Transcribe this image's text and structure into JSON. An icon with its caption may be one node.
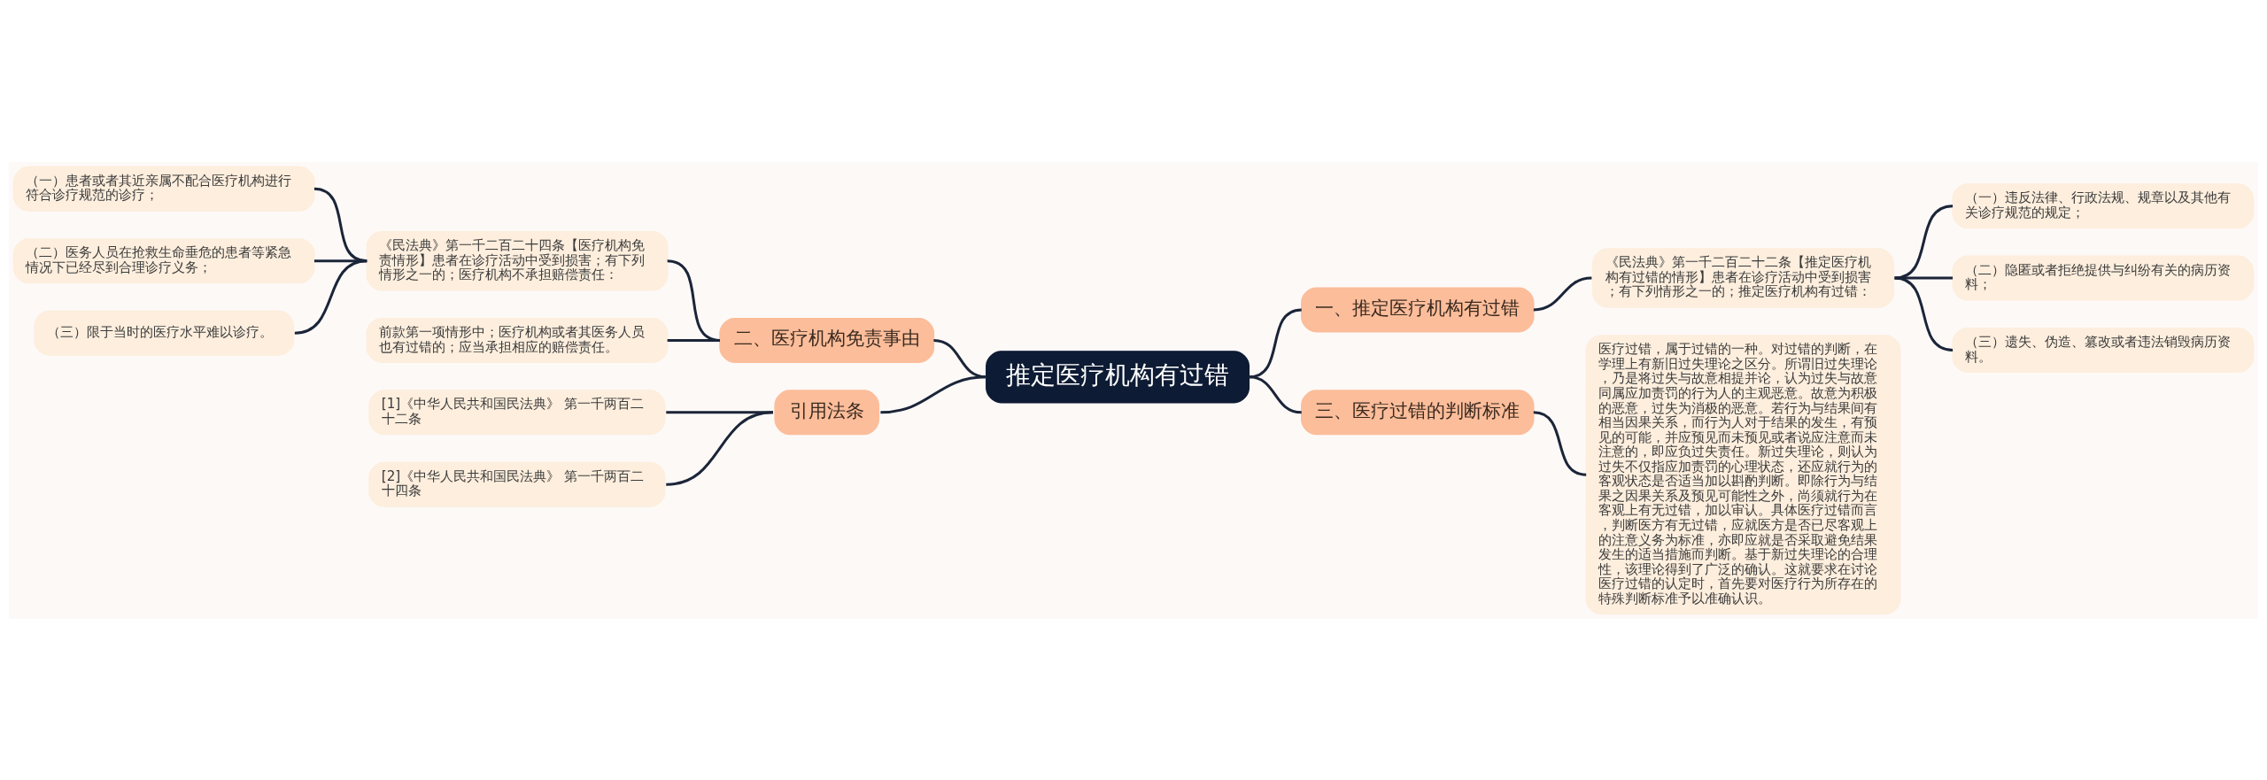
{
  "diagram": {
    "nodes": [
      {
        "text": [
          "推定医疗机构有过错"
        ]
      },
      {
        "text": [
          "一、推定医疗机构有过错"
        ]
      },
      {
        "text": [
          "《民法典》第一千二百二十二条【推定医疗机构有过错的情形】患者在诊疗活动中受到损害；有下列情形之一的；推定医疗机构有过错："
        ]
      },
      {
        "text": [
          "（一）违反法律、行政法规、规章以及其他有关诊疗规范的规定；"
        ]
      },
      {
        "text": [
          "（二）隐匿或者拒绝提供与纠纷有关的病历资料；"
        ]
      },
      {
        "text": [
          "（三）遗失、伪造、篡改或者违法销毁病历资料。"
        ]
      },
      {
        "text": [
          "三、医疗过错的判断标准"
        ]
      },
      {
        "text": [
          "医疗过错，属于过错的一种。对过错的判断，在学理上有新旧过失理论之区分。所谓旧过失理论，乃是将过失与故意相提并论，认为过失与故意同属应加责罚的行为人的主观恶意。故意为积极的恶意，过失为消极的恶意。若行为与结果间有相当因果关系，而行为人对于结果的发生，有预见的可能，并应预见而未预见或者说应注意而未注意的，即应负过失责任。新过失理论，则认为过失不仅指应加责罚的心理状态，还应就行为的客观状态是否适当加以斟酌判断。即除行为与结果之因果关系及预见可能性之外，尚须就行为在客观上有无过错，加以审认。具体医疗过错而言，判断医方有无过错，应就医方是否已尽客观上的注意义务为标准，亦即应就是否采取避免结果发生的适当措施而判断。基于新过失理论的合理性，该理论得到了广泛的确认。这就要求在讨论医疗过错的认定时，首先要对医疗行为所存在的特殊判断标准予以准确认识。"
        ]
      },
      {
        "text": [
          "二、医疗机构免责事由"
        ]
      },
      {
        "text": [
          "《民法典》第一千二百二十四条【医疗机构免责情形】患者在诊疗活动中受到损害；有下列情形之一的；医疗机构不承担赔偿责任："
        ]
      },
      {
        "text": [
          "（一）患者或者其近亲属不配合医疗机构进行符合诊疗规范的诊疗；"
        ]
      },
      {
        "text": [
          "（二）医务人员在抢救生命垂危的患者等紧急情况下已经尽到合理诊疗义务；"
        ]
      },
      {
        "text": [
          "（三）限于当时的医疗水平难以诊疗。"
        ]
      },
      {
        "text": [
          "前款第一项情形中；医疗机构或者其医务人员也有过错的；应当承担相应的赔偿责任。"
        ]
      },
      {
        "text": [
          "引用法条"
        ]
      },
      {
        "text": [
          "[1]《中华人民共和国民法典》 第一千两百二十二条"
        ]
      },
      {
        "text": [
          "[2]《中华人民共和国民法典》 第一千两百二十四条"
        ]
      }
    ],
    "edges": [
      {
        "from": 0,
        "to": 1,
        "arrow": "none"
      },
      {
        "from": 1,
        "to": 2,
        "arrow": "none"
      },
      {
        "from": 2,
        "to": 3,
        "arrow": "none"
      },
      {
        "from": 2,
        "to": 4,
        "arrow": "none"
      },
      {
        "from": 2,
        "to": 5,
        "arrow": "none"
      },
      {
        "from": 0,
        "to": 6,
        "arrow": "none"
      },
      {
        "from": 6,
        "to": 7,
        "arrow": "none"
      },
      {
        "from": 8,
        "to": 0,
        "arrow": "none"
      },
      {
        "from": 9,
        "to": 8,
        "arrow": "none"
      },
      {
        "from": 10,
        "to": 9,
        "arrow": "none"
      },
      {
        "from": 11,
        "to": 9,
        "arrow": "none"
      },
      {
        "from": 12,
        "to": 9,
        "arrow": "none"
      },
      {
        "from": 13,
        "to": 8,
        "arrow": "none"
      },
      {
        "from": 14,
        "to": 0,
        "arrow": "none"
      },
      {
        "from": 15,
        "to": 14,
        "arrow": "none"
      },
      {
        "from": 16,
        "to": 14,
        "arrow": "none"
      }
    ]
  }
}
